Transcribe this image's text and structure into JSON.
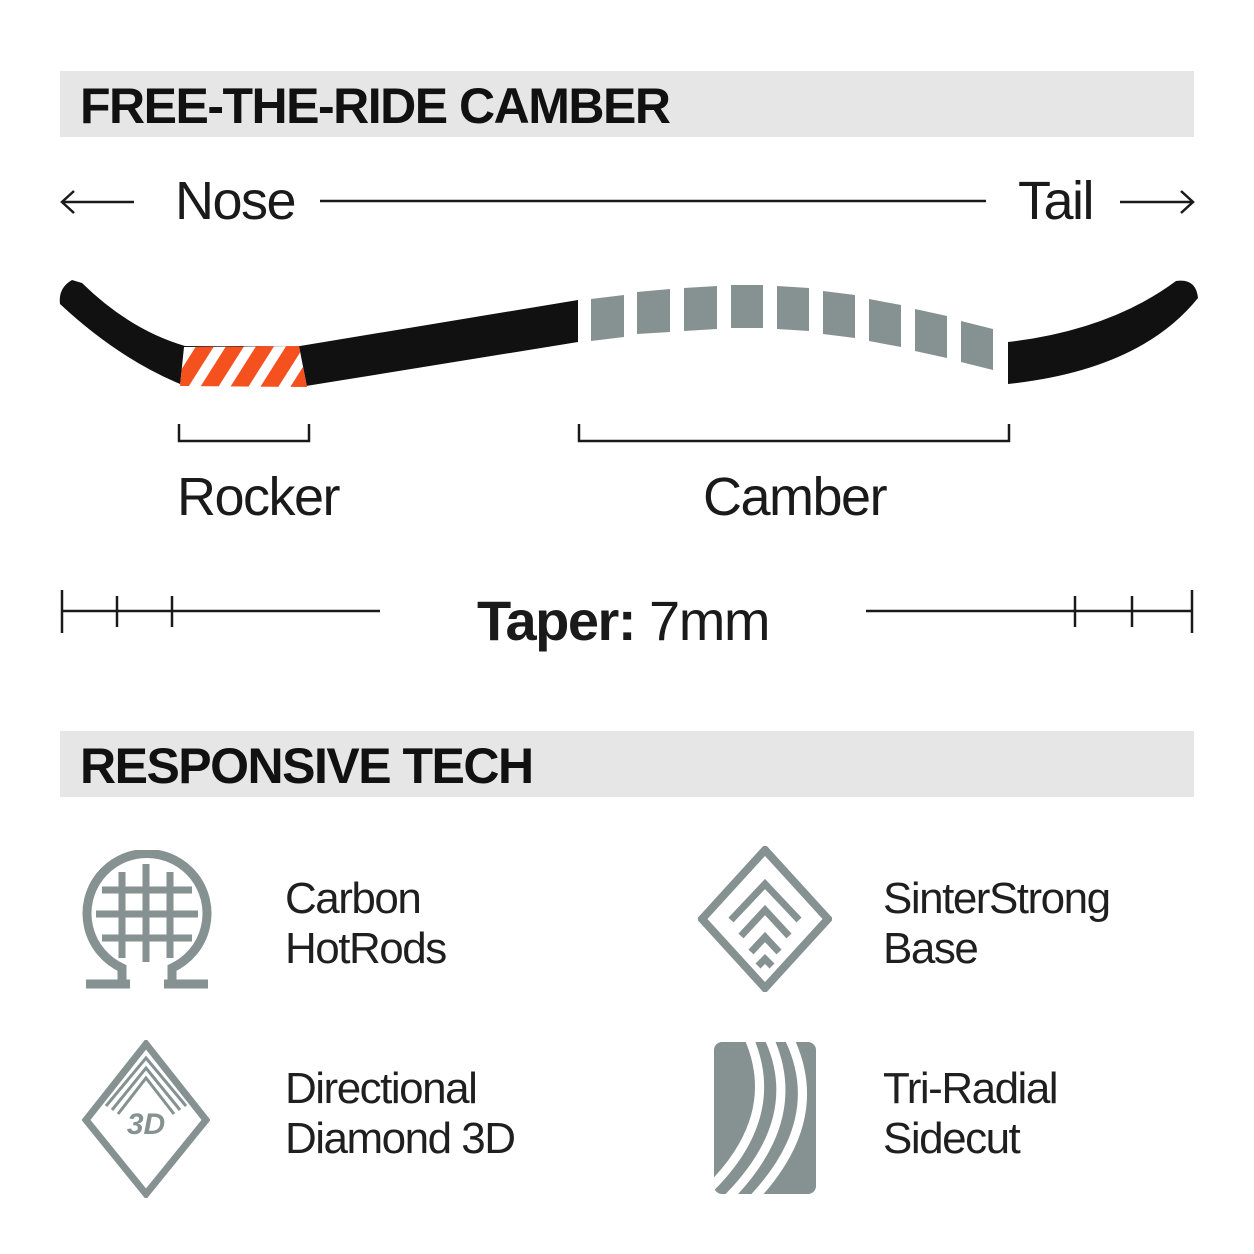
{
  "sections": {
    "camber_title": "FREE-THE-RIDE CAMBER",
    "tech_title": "RESPONSIVE TECH"
  },
  "profile": {
    "nose_label": "Nose",
    "tail_label": "Tail",
    "rocker_label": "Rocker",
    "camber_label": "Camber"
  },
  "taper": {
    "label": "Taper:",
    "value": "7mm"
  },
  "tech": [
    {
      "line1": "Carbon",
      "line2": "HotRods",
      "icon": "omega-grid-icon"
    },
    {
      "line1": "SinterStrong",
      "line2": "Base",
      "icon": "diamond-chevrons-icon"
    },
    {
      "line1": "Directional",
      "line2": "Diamond 3D",
      "icon": "diamond-3d-icon",
      "badge": "3D"
    },
    {
      "line1": "Tri-Radial",
      "line2": "Sidecut",
      "icon": "tri-radial-icon"
    }
  ],
  "colors": {
    "board": "#111111",
    "rocker_accent": "#f4511e",
    "camber_segments": "#869291",
    "icon_gray": "#869291",
    "section_bar": "#e6e6e7"
  }
}
